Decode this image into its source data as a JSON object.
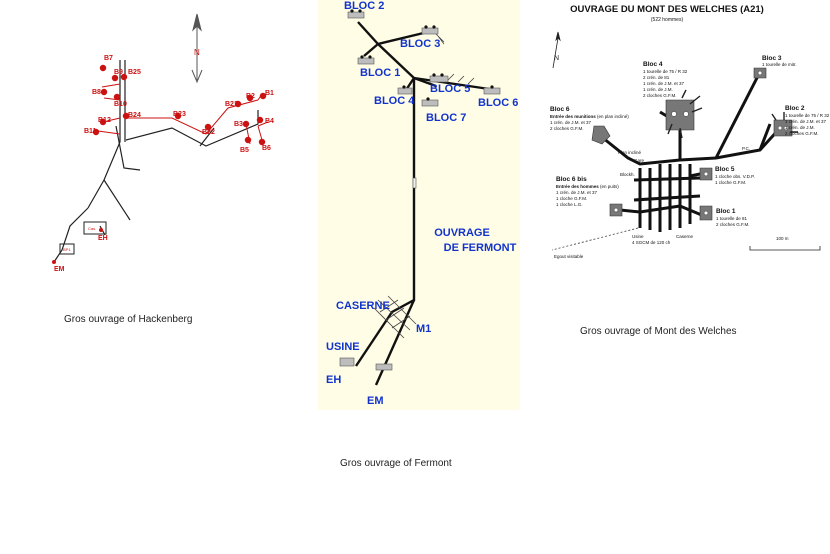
{
  "hackenberg": {
    "north_label": "N",
    "blocks": [
      "B7",
      "B9",
      "B25",
      "B8",
      "B10",
      "B12",
      "B24",
      "B11",
      "B23",
      "B22",
      "B21",
      "B2",
      "B1",
      "B3",
      "B4",
      "B5",
      "B6"
    ],
    "small_labels": [
      "BP1",
      "Cas."
    ],
    "entrances": [
      "EH",
      "EM"
    ],
    "caption": "Gros ouvrage of Hackenberg",
    "accent_color": "#cc1111"
  },
  "fermont": {
    "blocks": [
      "BLOC 2",
      "BLOC 3",
      "BLOC 1",
      "BLOC 4",
      "BLOC 5",
      "BLOC 6",
      "BLOC 7"
    ],
    "title_line1": "OUVRAGE",
    "title_line2": "DE FERMONT",
    "labels": [
      "CASERNE",
      "USINE",
      "M1",
      "EH",
      "EM"
    ],
    "caption": "Gros ouvrage of Fermont",
    "label_color": "#1133cc",
    "background_color": "#fffde6"
  },
  "welches": {
    "title": "OUVRAGE DU MONT DES WELCHES (A21)",
    "subtitle": "(522 hommes)",
    "north_label": "N",
    "bloc3": {
      "name": "Bloc 3",
      "lines": [
        "1 tourelle de mitr."
      ]
    },
    "bloc4": {
      "name": "Bloc 4",
      "lines": [
        "1 tourelle de 75 / R 32",
        "2 crén. de 81",
        "1 crén. de J.M. et 37",
        "1 crén. de J.M.",
        "2 cloches G.F.M."
      ]
    },
    "bloc2": {
      "name": "Bloc 2",
      "lines": [
        "1 tourelle de 75 / R 32",
        "1 crén. de J.M. et 37",
        "1 crén. de J.M.",
        "2 cloches G.F.M."
      ]
    },
    "bloc6": {
      "name": "Bloc 6",
      "entry_bold": "Entrée des munitions",
      "entry_rest": " (en plan incliné)",
      "lines": [
        "1 crén. de J.M. et 37",
        "2 cloches G.F.M."
      ]
    },
    "bloc5": {
      "name": "Bloc 5",
      "lines": [
        "1 cloche obs. V.D.P.",
        "1 cloche G.F.M."
      ]
    },
    "bloc6bis": {
      "name": "Bloc 6 bis",
      "entry_bold": "Entrée des hommes",
      "entry_rest": " (en puits)",
      "lines": [
        "1 crén. de J.M. et 37",
        "1 cloche G.F.M.",
        "1 cloche L.G."
      ]
    },
    "bloc1": {
      "name": "Bloc 1",
      "lines": [
        "1 tourelle de 81",
        "2 cloches G.F.M."
      ]
    },
    "labels": {
      "plan_incline": "Plan incliné",
      "gare": "Gare",
      "blockh": "Blockh.",
      "pc": "P.C.",
      "usine": "Usine",
      "usine_detail": "4 SGCM de 120 ch",
      "caserne": "Caserne",
      "egout": "Egout visitable",
      "scale": "100 m"
    },
    "caption": "Gros ouvrage of Mont des Welches"
  }
}
